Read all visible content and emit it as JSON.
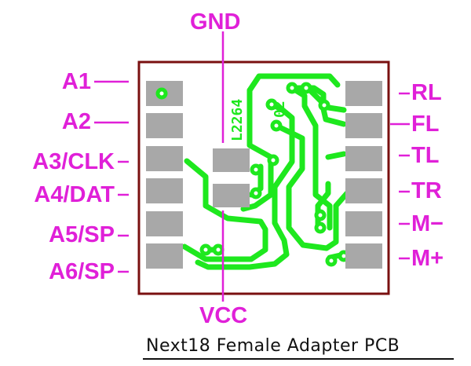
{
  "title": "Next18 Female Adapter PCB",
  "part_number": "L2264",
  "revision": "02",
  "top_label": "GND",
  "bottom_label": "VCC",
  "left_pins": [
    "A1",
    "A2",
    "A3/CLK",
    "A4/DAT",
    "A5/SP",
    "A6/SP"
  ],
  "right_pins": [
    "RL",
    "FL",
    "TL",
    "TR",
    "M−",
    "M+"
  ],
  "colors": {
    "label": "#e020d8",
    "trace": "#1ee81e",
    "pad": "#a8a8a8",
    "outline": "#7a1010",
    "caption": "#111111"
  }
}
